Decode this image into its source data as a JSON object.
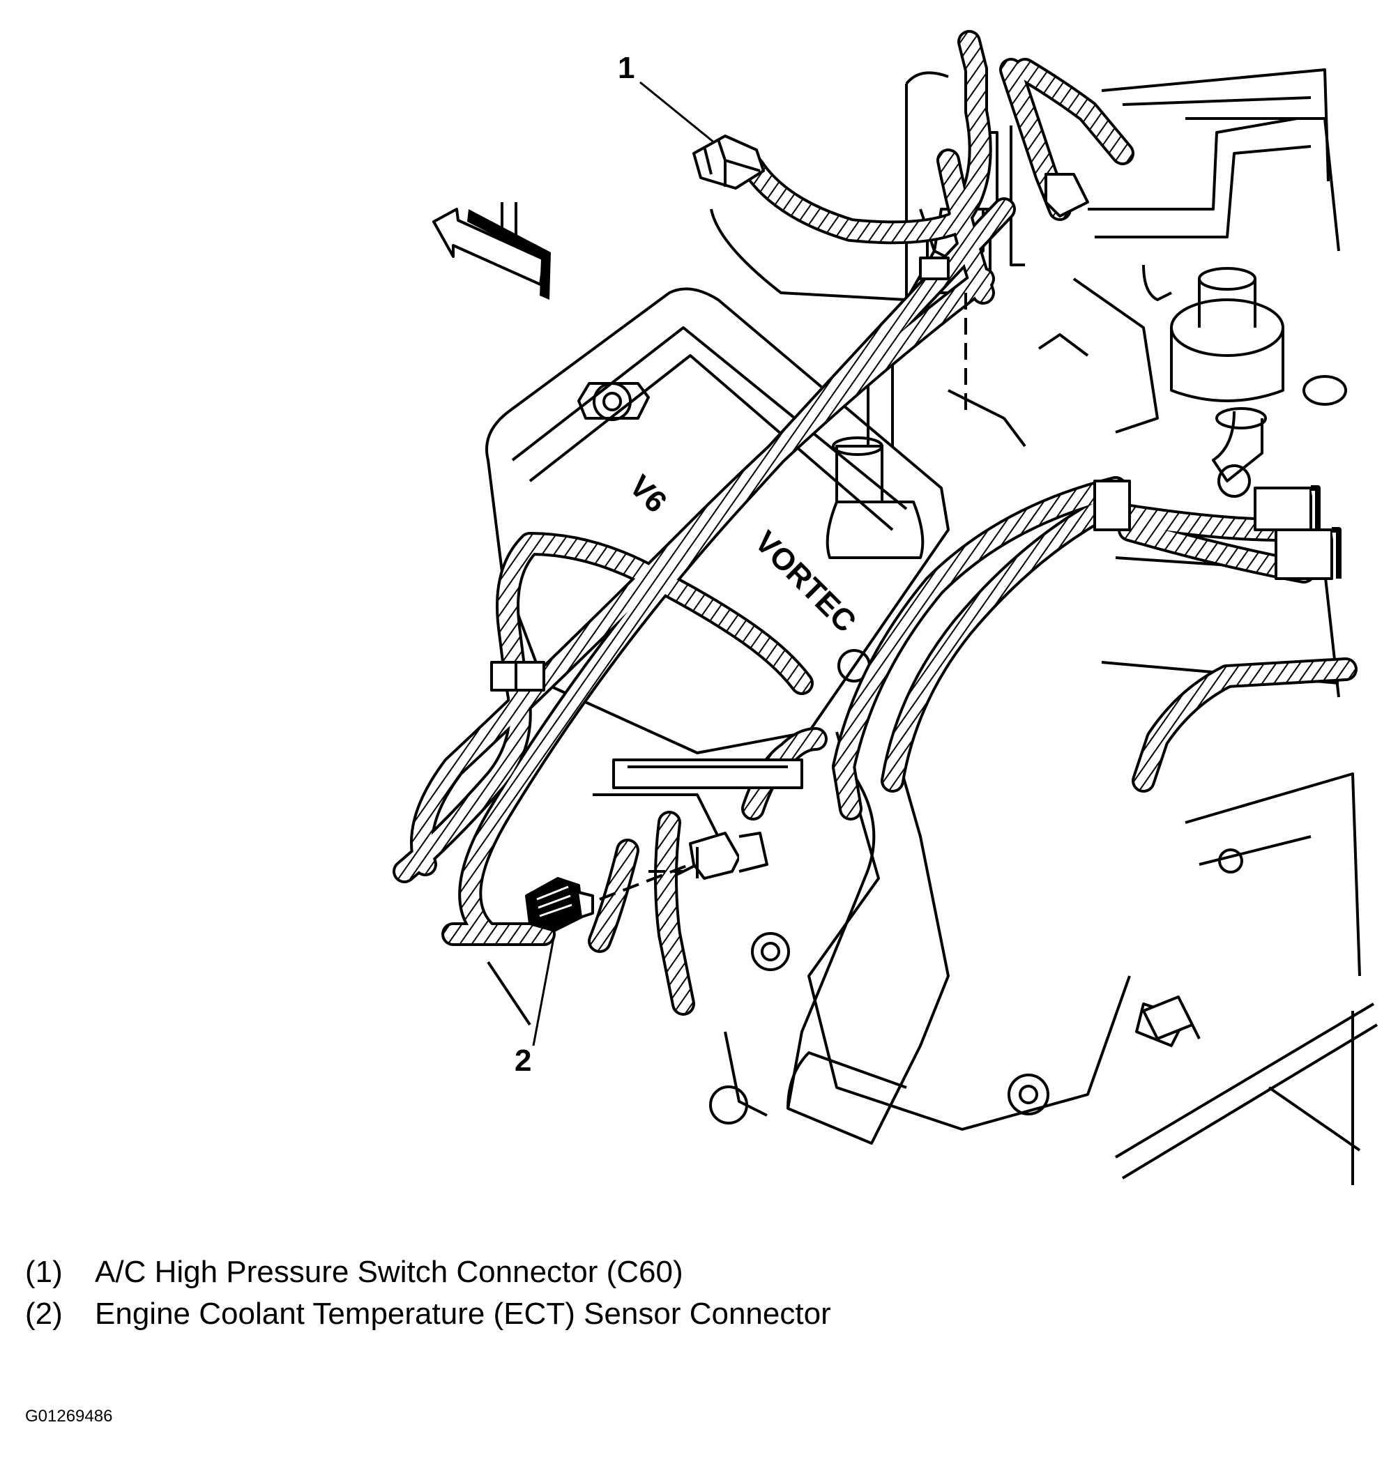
{
  "callouts": {
    "c1": "1",
    "c2": "2"
  },
  "engine_labels": {
    "cover_left": "V6",
    "cover_right": "VORTEC"
  },
  "legend": {
    "items": [
      {
        "num": "(1)",
        "text": "A/C High Pressure Switch Connector (C60)"
      },
      {
        "num": "(2)",
        "text": "Engine Coolant Temperature (ECT) Sensor Connector"
      }
    ]
  },
  "figure_id": "G01269486",
  "colors": {
    "ink": "#000000",
    "paper": "#ffffff"
  },
  "icons": {
    "direction_arrow": "front-direction-arrow-icon"
  }
}
